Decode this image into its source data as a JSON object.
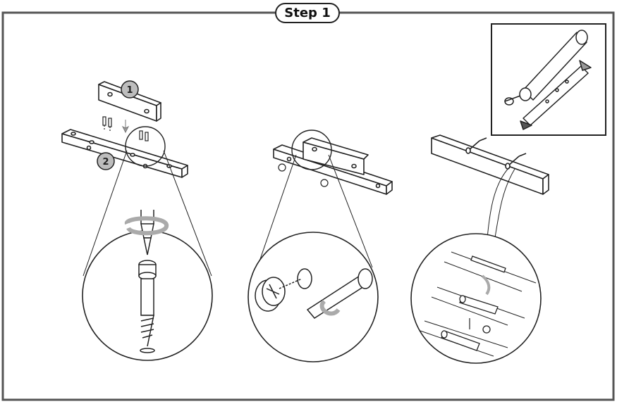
{
  "header": {
    "step_label": "Step 1"
  },
  "callouts": {
    "part_1": "1",
    "part_2": "2"
  },
  "colors": {
    "frame": "#555555",
    "line": "#222222",
    "badge_fill": "#bdbdbd",
    "fill": "#ffffff"
  },
  "icons": [
    "rotation-arrow-icon",
    "cam-lock-icon",
    "dowel-icon",
    "screw-icon"
  ]
}
